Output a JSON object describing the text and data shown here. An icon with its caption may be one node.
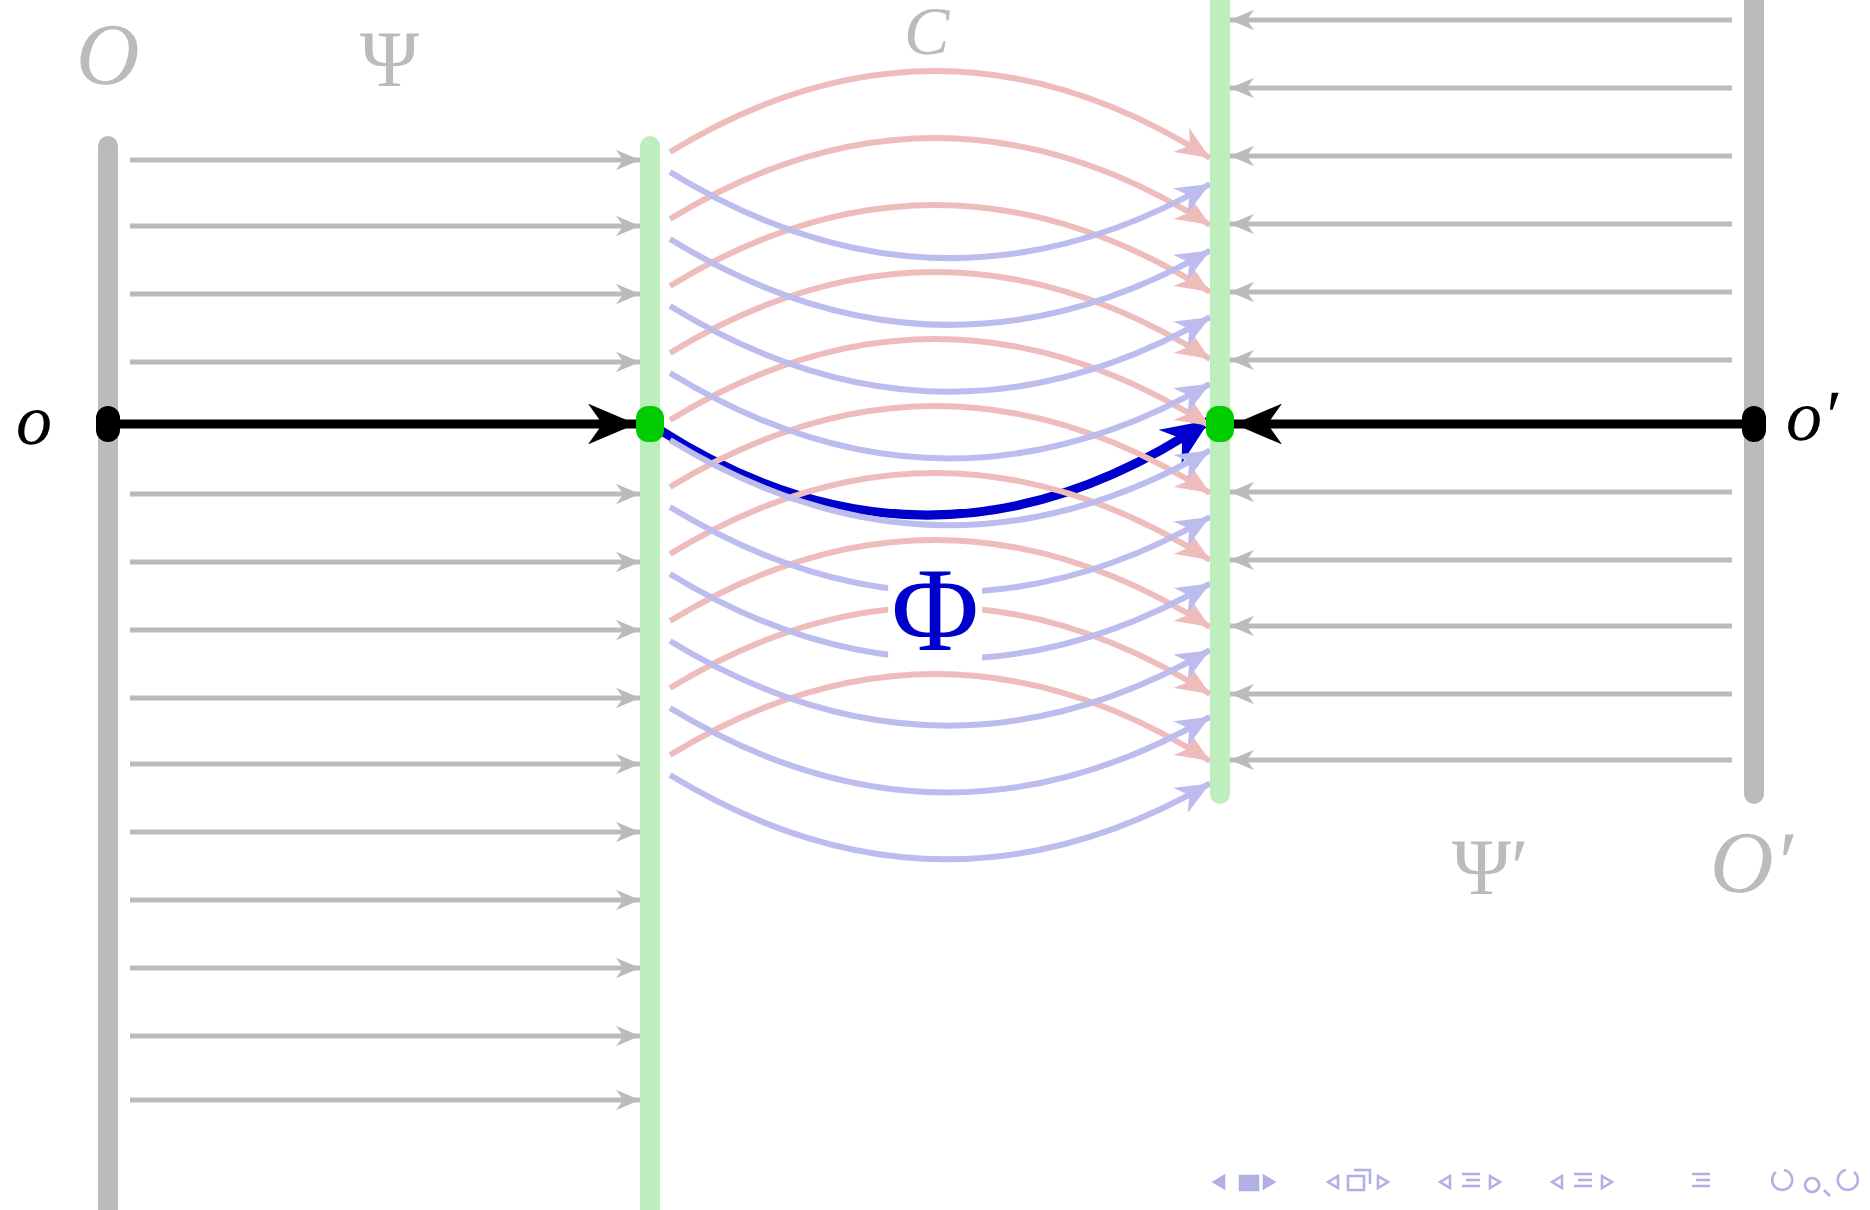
{
  "diagram": {
    "nodes": [
      {
        "text": [],
        "shape": "bar",
        "beside": [
          "O"
        ]
      },
      {
        "text": [],
        "shape": "bar"
      },
      {
        "text": [],
        "shape": "bar"
      },
      {
        "text": [],
        "shape": "bar",
        "beside": [
          "O′"
        ]
      },
      {
        "text": [],
        "shape": "circle",
        "in": 0,
        "beside": [
          "o"
        ]
      },
      {
        "text": [],
        "shape": "circle",
        "in": 1
      },
      {
        "text": [],
        "shape": "circle",
        "in": 2
      },
      {
        "text": [],
        "shape": "circle",
        "in": 3,
        "beside": [
          "o′"
        ]
      }
    ],
    "edges": [
      {
        "from": 4,
        "to": 5,
        "arrow": "to",
        "style": "thick",
        "color": "#000000"
      },
      {
        "from": 5,
        "to": 6,
        "arrow": "to",
        "label": "Φ",
        "style": "thick",
        "color": "#0000cc"
      },
      {
        "from": 7,
        "to": 6,
        "arrow": "to",
        "style": "thick",
        "color": "#000000"
      },
      {
        "from": 0,
        "to": 1,
        "arrow": "to"
      },
      {
        "from": 0,
        "to": 1,
        "arrow": "to"
      },
      {
        "from": 0,
        "to": 1,
        "arrow": "to"
      },
      {
        "from": 0,
        "to": 1,
        "arrow": "to"
      },
      {
        "from": 0,
        "to": 1,
        "arrow": "to"
      },
      {
        "from": 0,
        "to": 1,
        "arrow": "to"
      },
      {
        "from": 0,
        "to": 1,
        "arrow": "to"
      },
      {
        "from": 0,
        "to": 1,
        "arrow": "to"
      },
      {
        "from": 0,
        "to": 1,
        "arrow": "to"
      },
      {
        "from": 0,
        "to": 1,
        "arrow": "to"
      },
      {
        "from": 0,
        "to": 1,
        "arrow": "to"
      },
      {
        "from": 0,
        "to": 1,
        "arrow": "to"
      },
      {
        "from": 0,
        "to": 1,
        "arrow": "to"
      },
      {
        "from": 0,
        "to": 1,
        "arrow": "to"
      },
      {
        "from": 3,
        "to": 2,
        "arrow": "to"
      },
      {
        "from": 3,
        "to": 2,
        "arrow": "to"
      },
      {
        "from": 3,
        "to": 2,
        "arrow": "to"
      },
      {
        "from": 3,
        "to": 2,
        "arrow": "to"
      },
      {
        "from": 3,
        "to": 2,
        "arrow": "to"
      },
      {
        "from": 3,
        "to": 2,
        "arrow": "to"
      },
      {
        "from": 3,
        "to": 2,
        "arrow": "to"
      },
      {
        "from": 3,
        "to": 2,
        "arrow": "to"
      },
      {
        "from": 3,
        "to": 2,
        "arrow": "to"
      },
      {
        "from": 3,
        "to": 2,
        "arrow": "to"
      },
      {
        "from": 3,
        "to": 2,
        "arrow": "to"
      },
      {
        "from": 1,
        "to": 2,
        "arrow": "to",
        "color": "#efbcbc"
      },
      {
        "from": 1,
        "to": 2,
        "arrow": "to",
        "color": "#efbcbc"
      },
      {
        "from": 1,
        "to": 2,
        "arrow": "to",
        "color": "#efbcbc"
      },
      {
        "from": 1,
        "to": 2,
        "arrow": "to",
        "color": "#efbcbc"
      },
      {
        "from": 1,
        "to": 2,
        "arrow": "to",
        "color": "#efbcbc"
      },
      {
        "from": 1,
        "to": 2,
        "arrow": "to",
        "color": "#efbcbc"
      },
      {
        "from": 1,
        "to": 2,
        "arrow": "to",
        "color": "#efbcbc"
      },
      {
        "from": 1,
        "to": 2,
        "arrow": "to",
        "color": "#efbcbc"
      },
      {
        "from": 1,
        "to": 2,
        "arrow": "to",
        "color": "#efbcbc"
      },
      {
        "from": 1,
        "to": 2,
        "arrow": "to",
        "color": "#efbcbc"
      },
      {
        "from": 1,
        "to": 2,
        "arrow": "to",
        "color": "#bcbcef"
      },
      {
        "from": 1,
        "to": 2,
        "arrow": "to",
        "color": "#bcbcef"
      },
      {
        "from": 1,
        "to": 2,
        "arrow": "to",
        "color": "#bcbcef"
      },
      {
        "from": 1,
        "to": 2,
        "arrow": "to",
        "color": "#bcbcef"
      },
      {
        "from": 1,
        "to": 2,
        "arrow": "to",
        "color": "#bcbcef"
      },
      {
        "from": 1,
        "to": 2,
        "arrow": "to",
        "color": "#bcbcef"
      },
      {
        "from": 1,
        "to": 2,
        "arrow": "to",
        "color": "#bcbcef"
      },
      {
        "from": 1,
        "to": 2,
        "arrow": "to",
        "color": "#bcbcef"
      },
      {
        "from": 1,
        "to": 2,
        "arrow": "to",
        "color": "#bcbcef"
      },
      {
        "from": 1,
        "to": 2,
        "arrow": "to",
        "color": "#bcbcef"
      }
    ],
    "labels": [
      "C",
      "Ψ",
      "Ψ′"
    ]
  }
}
